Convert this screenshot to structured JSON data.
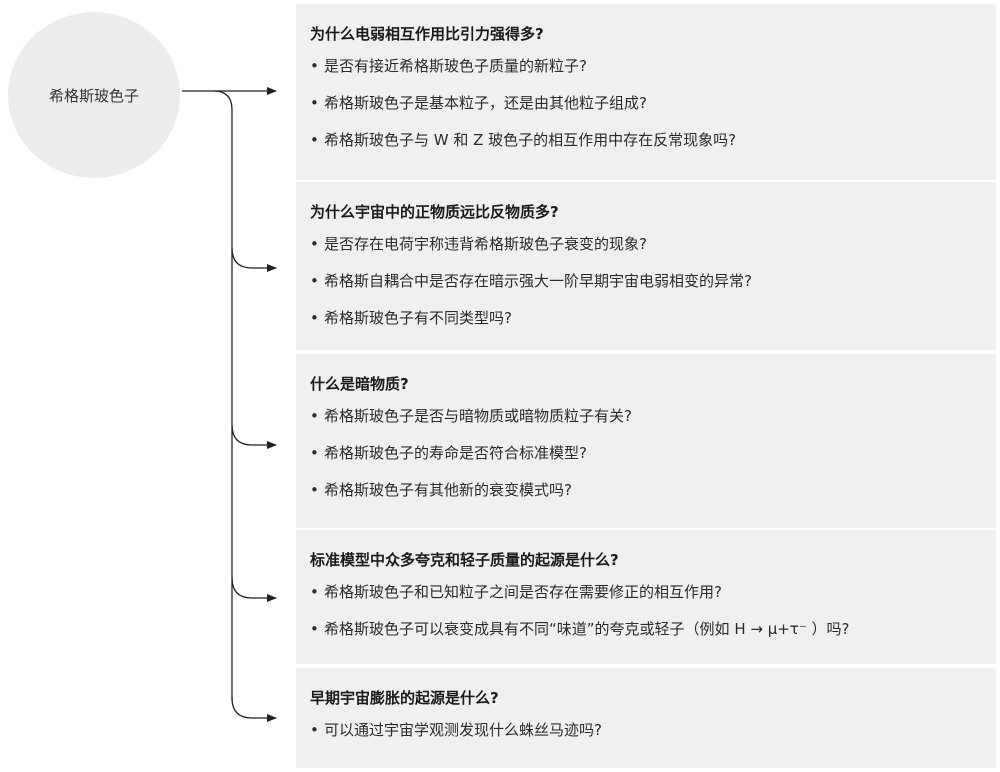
{
  "root": {
    "label": "希格斯玻色子"
  },
  "panels": [
    {
      "title": "为什么电弱相互作用比引力强得多?",
      "items": [
        "是否有接近希格斯玻色子质量的新粒子?",
        "希格斯玻色子是基本粒子，还是由其他粒子组成?",
        "希格斯玻色子与 W 和 Z 玻色子的相互作用中存在反常现象吗?"
      ]
    },
    {
      "title": "为什么宇宙中的正物质远比反物质多?",
      "items": [
        "是否存在电荷宇称违背希格斯玻色子衰变的现象?",
        "希格斯自耦合中是否存在暗示强大一阶早期宇宙电弱相变的异常?",
        "希格斯玻色子有不同类型吗?"
      ]
    },
    {
      "title": "什么是暗物质?",
      "items": [
        "希格斯玻色子是否与暗物质或暗物质粒子有关?",
        "希格斯玻色子的寿命是否符合标准模型?",
        "希格斯玻色子有其他新的衰变模式吗?"
      ]
    },
    {
      "title": "标准模型中众多夸克和轻子质量的起源是什么?",
      "items": [
        "希格斯玻色子和已知粒子之间是否存在需要修正的相互作用?",
        "希格斯玻色子可以衰变成具有不同“味道”的夸克或轻子（例如 H → μ+τ⁻ ）吗?"
      ]
    },
    {
      "title": "早期宇宙膨胀的起源是什么?",
      "items": [
        "可以通过宇宙学观测发现什么蛛丝马迹吗?"
      ]
    }
  ]
}
